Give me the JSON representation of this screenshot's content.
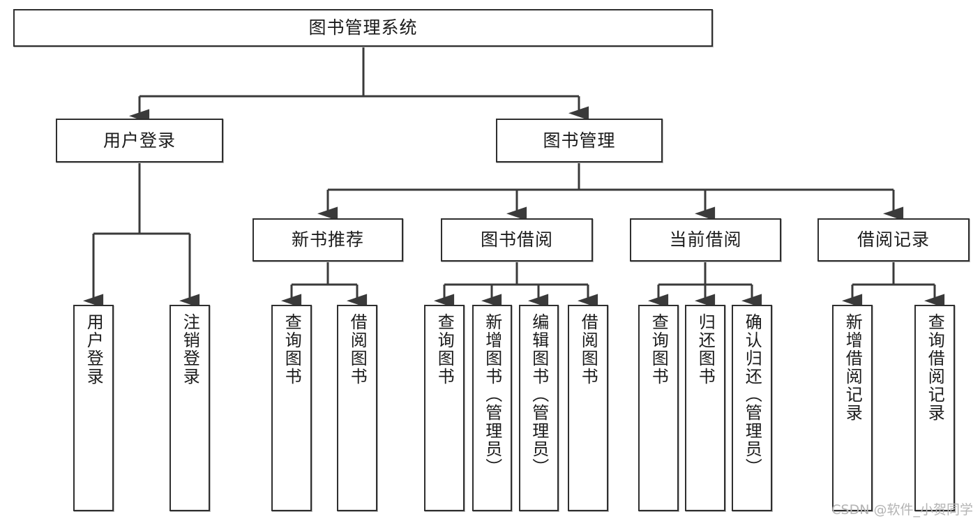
{
  "diagram": {
    "title": "图书管理系统",
    "type": "tree",
    "watermark": "CSDN @软件_小贺同学",
    "colors": {
      "box_border": "#2f2f2f",
      "box_fill": "#ffffff",
      "connector": "#3a3a3a",
      "text": "#1b1b1b",
      "watermark": "#b4b4b4"
    },
    "nodes": {
      "root": {
        "label": "图书管理系统"
      },
      "level2": [
        {
          "id": "user-login",
          "label": "用户登录"
        },
        {
          "id": "book-manage",
          "label": "图书管理"
        }
      ],
      "level3": [
        {
          "id": "new-book-rec",
          "label": "新书推荐"
        },
        {
          "id": "book-borrow",
          "label": "图书借阅"
        },
        {
          "id": "current-borrow",
          "label": "当前借阅"
        },
        {
          "id": "borrow-record",
          "label": "借阅记录"
        }
      ],
      "leaves": [
        {
          "id": "leaf-user-login",
          "label": "用户登录",
          "parent": "user-login"
        },
        {
          "id": "leaf-logout-login",
          "label": "注销登录",
          "parent": "user-login"
        },
        {
          "id": "leaf-query-book-1",
          "label": "查询图书",
          "parent": "new-book-rec"
        },
        {
          "id": "leaf-borrow-book-1",
          "label": "借阅图书",
          "parent": "new-book-rec"
        },
        {
          "id": "leaf-query-book-2",
          "label": "查询图书",
          "parent": "book-borrow"
        },
        {
          "id": "leaf-add-book",
          "label": "新增图书（管理员）",
          "parent": "book-borrow"
        },
        {
          "id": "leaf-edit-book",
          "label": "编辑图书（管理员）",
          "parent": "book-borrow"
        },
        {
          "id": "leaf-borrow-book-2",
          "label": "借阅图书",
          "parent": "book-borrow"
        },
        {
          "id": "leaf-query-book-3",
          "label": "查询图书",
          "parent": "current-borrow"
        },
        {
          "id": "leaf-return-book",
          "label": "归还图书",
          "parent": "current-borrow"
        },
        {
          "id": "leaf-confirm-return",
          "label": "确认归还（管理员）",
          "parent": "current-borrow"
        },
        {
          "id": "leaf-add-record",
          "label": "新增借阅记录",
          "parent": "borrow-record"
        },
        {
          "id": "leaf-query-record",
          "label": "查询借阅记录",
          "parent": "borrow-record"
        }
      ]
    }
  }
}
